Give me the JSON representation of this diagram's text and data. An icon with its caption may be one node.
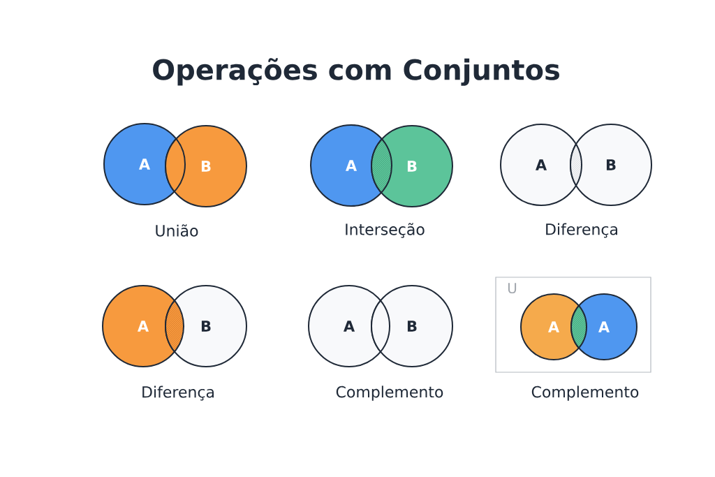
{
  "diagram": {
    "title": "Operações com Conjuntos",
    "nodes": [
      {
        "text": [
          "A"
        ]
      },
      {
        "text": [
          "B"
        ]
      },
      {
        "text": [
          "A"
        ]
      },
      {
        "text": [
          "B"
        ]
      },
      {
        "text": [
          "A"
        ]
      },
      {
        "text": [
          "B"
        ]
      },
      {
        "text": [
          "A"
        ]
      },
      {
        "text": [
          "B"
        ]
      },
      {
        "text": [
          "A"
        ]
      },
      {
        "text": [
          "B"
        ]
      },
      {
        "text": [
          "U"
        ]
      },
      {
        "text": [
          "A"
        ],
        "in": 10
      },
      {
        "text": [
          "A"
        ],
        "in": 10
      }
    ],
    "labels": [
      "União",
      "Interseção",
      "Diferença",
      "Diferença",
      "Complemento",
      "Complemento"
    ]
  }
}
